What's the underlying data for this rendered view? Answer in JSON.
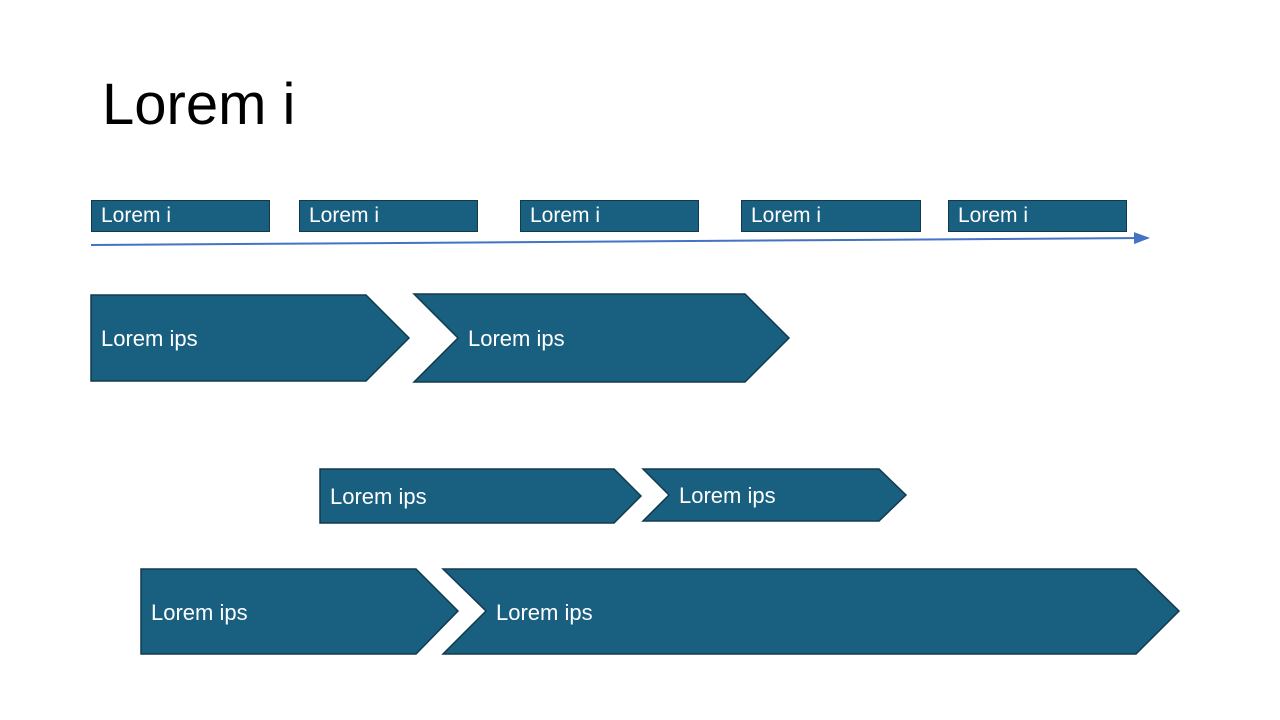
{
  "title": "Lorem i",
  "colors": {
    "shape_fill": "#185f80",
    "shape_border": "#123a4e",
    "timeline_arrow": "#4472c4"
  },
  "timeline": {
    "labels": [
      "Lorem i",
      "Lorem i",
      "Lorem i",
      "Lorem i",
      "Lorem i"
    ]
  },
  "rows": [
    {
      "chevrons": [
        {
          "label": "Lorem ips"
        },
        {
          "label": "Lorem ips"
        }
      ]
    },
    {
      "chevrons": [
        {
          "label": "Lorem ips"
        },
        {
          "label": "Lorem ips"
        }
      ]
    },
    {
      "chevrons": [
        {
          "label": "Lorem ips"
        },
        {
          "label": "Lorem ips"
        }
      ]
    }
  ]
}
